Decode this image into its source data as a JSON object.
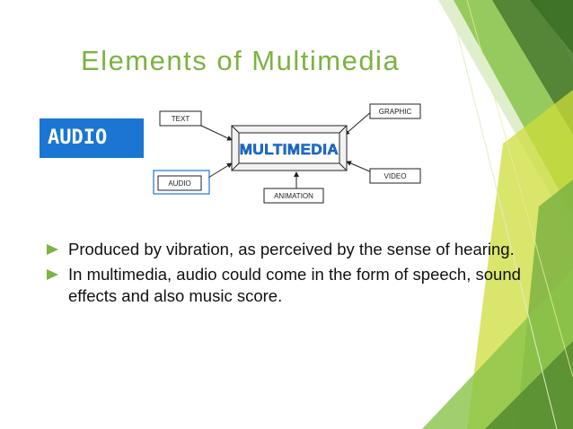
{
  "slide": {
    "title": "Elements of Multimedia",
    "section_label": "AUDIO",
    "diagram": {
      "center": "MULTIMEDIA",
      "nodes": {
        "text": "TEXT",
        "graphic": "GRAPHIC",
        "video": "VIDEO",
        "audio": "AUDIO",
        "animation": "ANIMATION"
      }
    },
    "bullets": [
      "Produced by vibration, as perceived by the sense of hearing.",
      "In multimedia, audio could come in the form of speech, sound effects and also music score."
    ]
  },
  "colors": {
    "title": "#7cb342",
    "label_background": "#1a76d2",
    "bullet": "#7cb342",
    "accent_greens": [
      "#8bc34a",
      "#4e7d32",
      "#cddc39",
      "#a5c94f"
    ]
  },
  "icons": {
    "bullet": "triangle-bullet-icon"
  }
}
